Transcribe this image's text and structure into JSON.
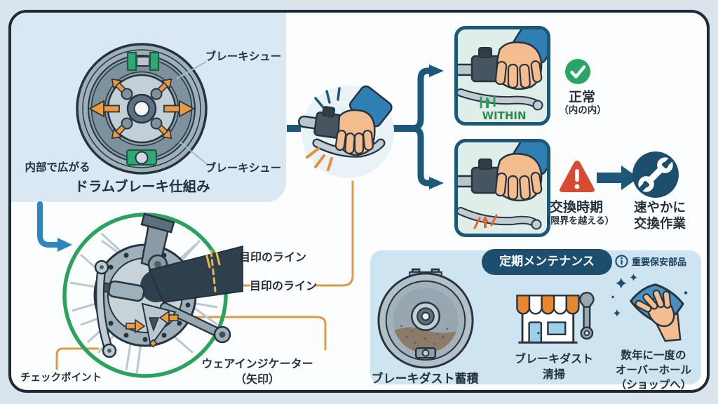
{
  "colors": {
    "frame_border": "#1c2b37",
    "flow_navy": "#1d5878",
    "deep_navy": "#1d4e6e",
    "accent_orange": "#e8963c",
    "accent_green": "#2ba35f",
    "alert_red": "#d84b33",
    "panel_blue": "#d9e8f2",
    "maintenance_panel_blue": "#cfe4f1",
    "card_mint": "#dfeee8",
    "arrow_blue": "#2f86bf"
  },
  "drum_section": {
    "shoe_top_label": "ブレーキシュー",
    "shoe_bottom_label": "ブレーキシュー",
    "expand_label": "内部で広がる",
    "title": "ドラムブレーキ仕組み"
  },
  "wheel_section": {
    "mark_line_label_1": "目印のライン",
    "mark_line_label_2": "目印のライン",
    "wear_indicator_label": "ウェアインジケーター",
    "wear_indicator_sub": "（矢印）",
    "checkpoint_label": "チェックポイント"
  },
  "lever_flow": {
    "within_label": "WITHIN",
    "normal_title": "正常",
    "normal_sub": "（内の内）",
    "replace_title": "交換時期",
    "replace_sub": "（限界を越える）",
    "action_line1": "速やかに",
    "action_line2": "交換作業"
  },
  "maintenance": {
    "badge": "定期メンテナンス",
    "note": "重要保安部品",
    "item1_label": "ブレーキダスト蓄積",
    "item2_line1": "ブレーキダスト",
    "item2_line2": "清掃",
    "item3_line1": "数年に一度の",
    "item3_line2": "オーバーホール",
    "item3_line3": "（ショップへ）"
  }
}
